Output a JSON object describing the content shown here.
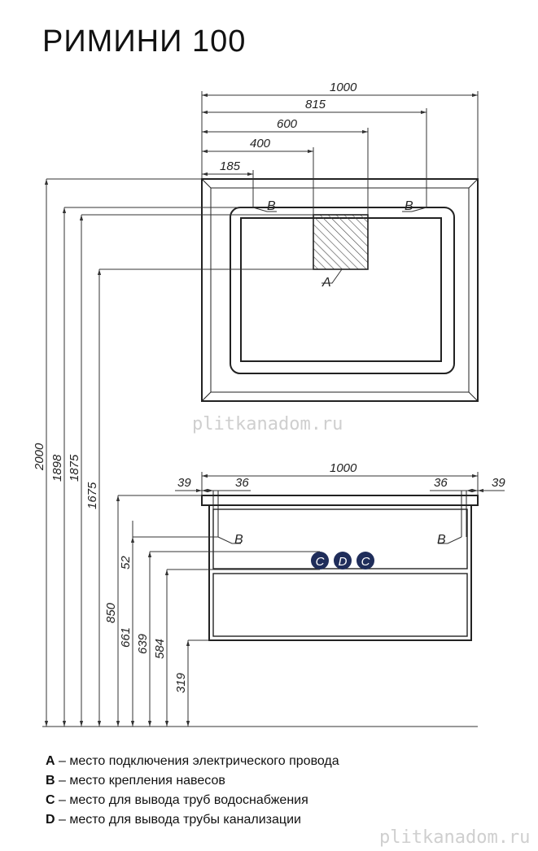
{
  "title": "РИМИНИ  100",
  "top_view": {
    "dims": [
      "1000",
      "815",
      "600",
      "400",
      "185"
    ],
    "labels": {
      "b_left": "B",
      "b_right": "B",
      "a": "A"
    }
  },
  "front_view": {
    "width_dims": {
      "left_39": "39",
      "left_36": "36",
      "width": "1000",
      "right_36": "36",
      "right_39": "39"
    },
    "labels": {
      "b_left": "B",
      "b_right": "B"
    },
    "circles": [
      "C",
      "D",
      "C"
    ]
  },
  "vertical_dims": [
    "2000",
    "1898",
    "1875",
    "1675",
    "850",
    "661",
    "639",
    "584",
    "52",
    "319"
  ],
  "legend": [
    {
      "key": "A",
      "text": " – место подключения электрического провода"
    },
    {
      "key": "B",
      "text": " – место крепления навесов"
    },
    {
      "key": "C",
      "text": " – место для вывода труб водоснабжения"
    },
    {
      "key": "D",
      "text": " – место для вывода трубы канализации"
    }
  ],
  "watermarks": [
    "plitkanadom.ru",
    "plitkanadom.ru"
  ]
}
